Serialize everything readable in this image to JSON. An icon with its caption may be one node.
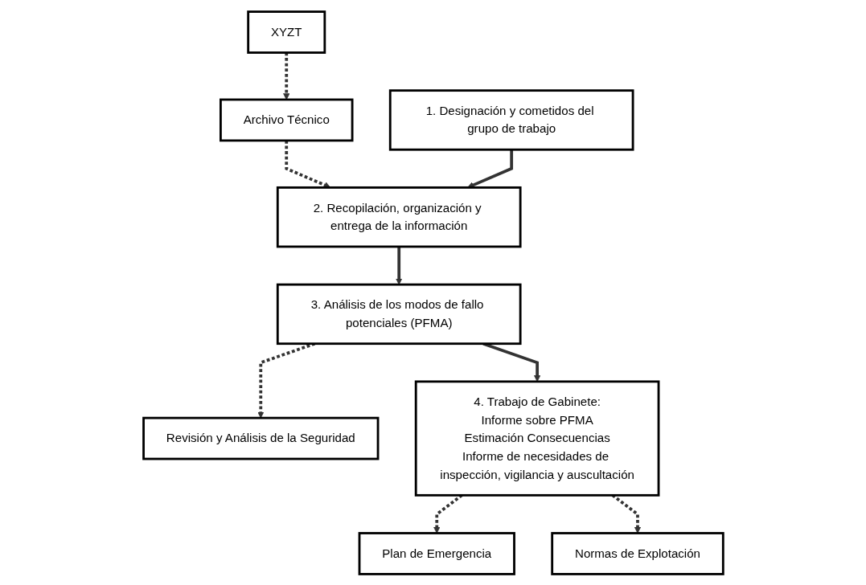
{
  "diagram": {
    "nodes": [
      {
        "text": [
          "Archivo Técnico"
        ]
      },
      {
        "text": [
          "XYZT"
        ]
      },
      {
        "text": [
          "Revisión y Análisis de la Seguridad"
        ]
      },
      {
        "text": [
          "Plan de Emergencia"
        ]
      },
      {
        "text": [
          "Normas de Explotación"
        ]
      },
      {
        "text": [
          "1. Designación y cometidos del grupo de trabajo"
        ]
      },
      {
        "text": [
          "2. Recopilación, organización y entrega de la información"
        ]
      },
      {
        "text": [
          "3. Análisis de los modos de fallo potenciales (PFMA)"
        ]
      },
      {
        "text": [
          "4. Trabajo de Gabinete:",
          "Informe sobre PFMA",
          "Estimación Consecuencias",
          "Informe de necesidades de inspección, vigilancia y auscultación"
        ]
      }
    ],
    "edges": [
      {
        "from": 1,
        "to": 0,
        "arrow": "to",
        "style": "dashed"
      },
      {
        "from": 0,
        "to": 6,
        "arrow": "to",
        "style": "dashed"
      },
      {
        "from": 5,
        "to": 6,
        "arrow": "to"
      },
      {
        "from": 6,
        "to": 7,
        "arrow": "to"
      },
      {
        "from": 7,
        "to": 2,
        "arrow": "to",
        "style": "dashed"
      },
      {
        "from": 7,
        "to": 8,
        "arrow": "to"
      },
      {
        "from": 8,
        "to": 3,
        "arrow": "to",
        "style": "dashed"
      },
      {
        "from": 8,
        "to": 4,
        "arrow": "to",
        "style": "dashed"
      }
    ]
  }
}
